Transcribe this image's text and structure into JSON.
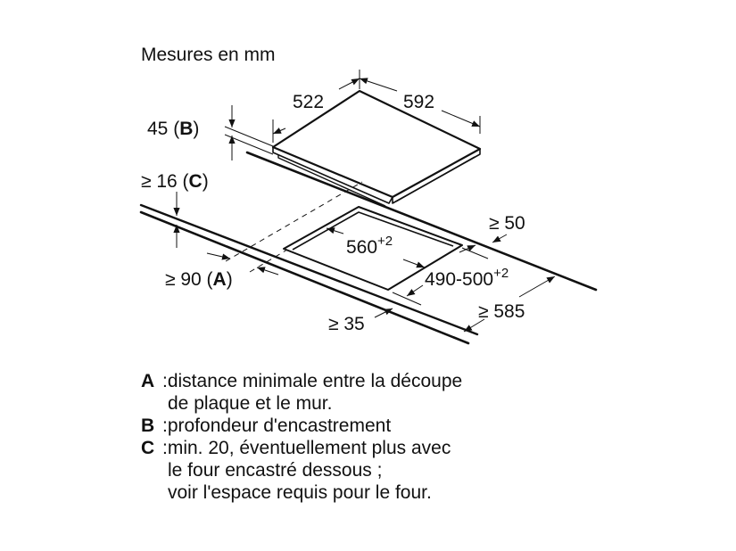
{
  "title": "Mesures en mm",
  "dimensions": {
    "hob_depth": "522",
    "hob_width": "592",
    "depth_b_value": "45",
    "depth_b_key": "B",
    "clearance_c_value": "≥ 16",
    "clearance_c_key": "C",
    "wall_a_value": "≥ 90",
    "wall_a_key": "A",
    "cutout_width": "560",
    "cutout_width_tol": "+2",
    "cutout_depth": "490-500",
    "cutout_depth_tol": "+2",
    "rear_min": "≥ 50",
    "front_min": "≥ 35",
    "worktop_min": "≥ 585"
  },
  "legend": [
    {
      "key": "A",
      "lines": [
        ":distance minimale entre la découpe",
        "de plaque et le mur."
      ]
    },
    {
      "key": "B",
      "lines": [
        ":profondeur d'encastrement"
      ]
    },
    {
      "key": "C",
      "lines": [
        ":min. 20, éventuellement plus avec",
        "le four encastré dessous ;",
        "voir l'espace requis pour le four."
      ]
    }
  ],
  "colors": {
    "line": "#111111",
    "background": "#ffffff"
  }
}
